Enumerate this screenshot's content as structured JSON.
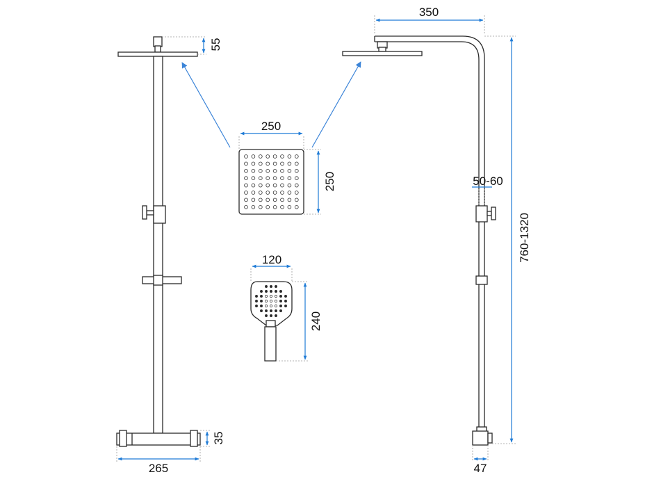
{
  "colors": {
    "outline": "#2a2a2a",
    "dimension": "#1f7bd6",
    "arrow": "#3b84d8",
    "text": "#111111"
  },
  "dimensions": {
    "head_height": "55",
    "base_width": "265",
    "base_height": "35",
    "arm_length": "350",
    "total_height": "760-1320",
    "wall_offset": "50-60",
    "base_depth": "47",
    "head_width": "250",
    "head_length": "250",
    "hand_width": "120",
    "hand_length": "240"
  }
}
